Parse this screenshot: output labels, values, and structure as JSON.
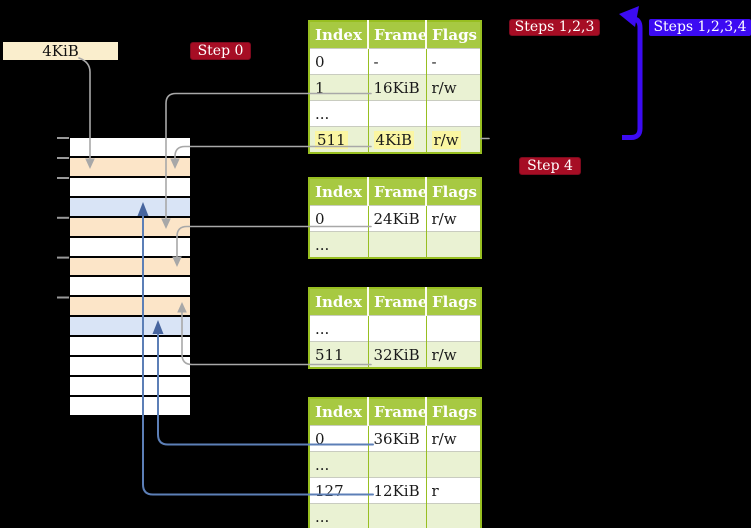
{
  "palette": {
    "page_bg": "#000000",
    "table_border": "#98bf21",
    "table_header_bg": "#a7c942",
    "table_alt_row_bg": "#eaf2d3",
    "highlight_yellow": "#fbf6a2",
    "label_red_bg": "#a60d24",
    "label_blue_bg": "#3c0bf2",
    "label_cream_bg": "#faeecd",
    "frame_orange": "#fce5c8",
    "frame_blue": "#d9e4f6",
    "frame_white": "#ffffff",
    "gray_line": "#a8a8a8",
    "blue_line": "#5c7fb7",
    "blue_head": "#47659f",
    "tick_gray": "#999999"
  },
  "labels": {
    "frame_size": "4KiB",
    "step0": "Step 0",
    "steps123": "Steps 1,2,3",
    "steps1234": "Steps 1,2,3,4",
    "step4": "Step 4"
  },
  "tables": [
    {
      "name": "page-table-1",
      "headers": [
        "Index",
        "Frame",
        "Flags"
      ],
      "rows": [
        {
          "cells": [
            "0",
            "-",
            "-"
          ]
        },
        {
          "cells": [
            "1",
            "16KiB",
            "r/w"
          ]
        },
        {
          "cells": [
            "...",
            "",
            ""
          ]
        },
        {
          "cells": [
            "511",
            "4KiB",
            "r/w"
          ],
          "highlight": true
        }
      ]
    },
    {
      "name": "page-table-2",
      "headers": [
        "Index",
        "Frame",
        "Flags"
      ],
      "rows": [
        {
          "cells": [
            "0",
            "24KiB",
            "r/w"
          ]
        },
        {
          "cells": [
            "...",
            "",
            ""
          ]
        }
      ]
    },
    {
      "name": "page-table-3",
      "headers": [
        "Index",
        "Frame",
        "Flags"
      ],
      "rows": [
        {
          "cells": [
            "...",
            "",
            ""
          ]
        },
        {
          "cells": [
            "511",
            "32KiB",
            "r/w"
          ]
        }
      ]
    },
    {
      "name": "page-table-4",
      "headers": [
        "Index",
        "Frame",
        "Flags"
      ],
      "rows": [
        {
          "cells": [
            "0",
            "36KiB",
            "r/w"
          ]
        },
        {
          "cells": [
            "...",
            "",
            ""
          ]
        },
        {
          "cells": [
            "127",
            "12KiB",
            "r"
          ]
        },
        {
          "cells": [
            "...",
            "",
            ""
          ]
        }
      ]
    }
  ],
  "memory_stack": {
    "rows": [
      "white",
      "orange",
      "white",
      "blue",
      "orange",
      "white",
      "orange",
      "white",
      "orange",
      "blue",
      "white",
      "white",
      "white",
      "white"
    ]
  }
}
